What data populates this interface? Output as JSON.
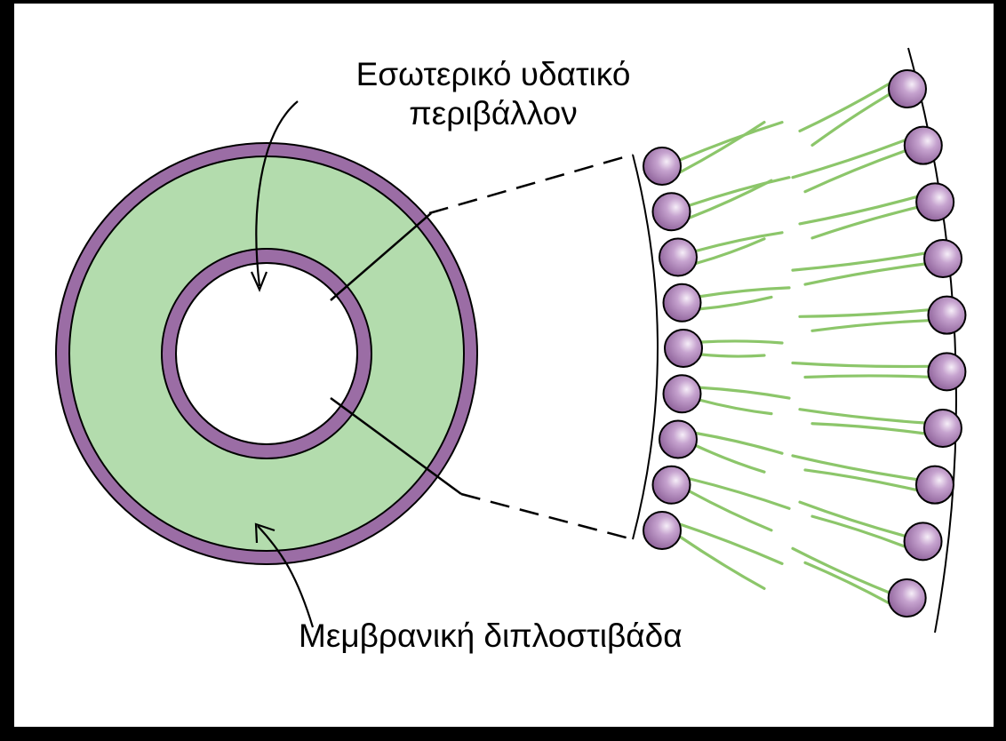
{
  "labels": {
    "inner_line1": "Εσωτερικό υδατικό",
    "inner_line2": "περιβάλλον",
    "bilayer": "Μεμβρανική διπλοστιβάδα"
  },
  "colors": {
    "membrane": "#9b6da5",
    "interior": "#b3dcad",
    "tail": "#8cc66a",
    "head_light": "#f6eef8",
    "head_dark": "#8a5d96",
    "background": "#ffffff",
    "frame": "#000000",
    "line": "#000000"
  },
  "bilayer_detail": {
    "inner_leaflet_heads": 9,
    "outer_leaflet_heads": 10
  }
}
